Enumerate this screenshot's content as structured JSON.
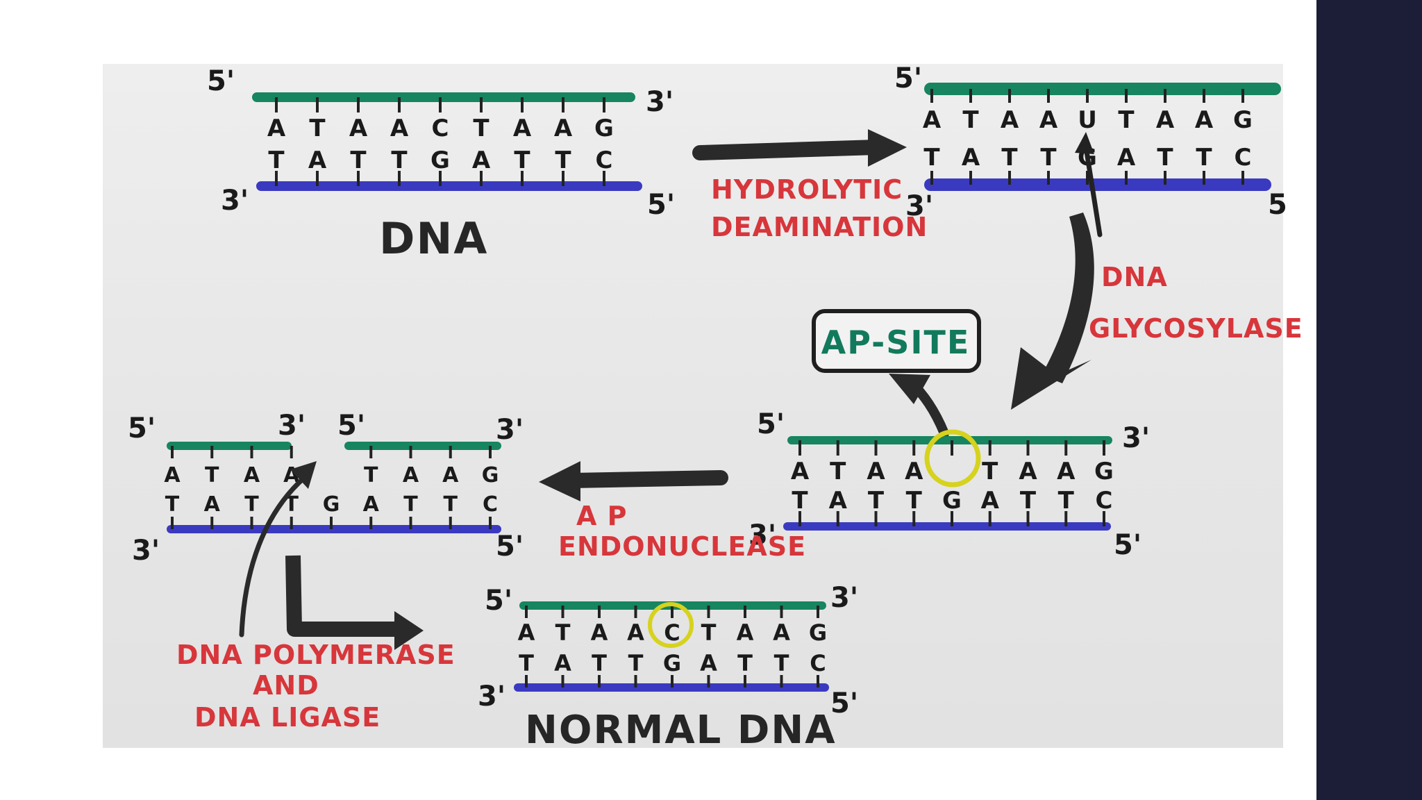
{
  "colors": {
    "top_strand": "#17855f",
    "bottom_strand": "#3a3ac0",
    "label_red": "#d7363b",
    "arrow": "#2a2a2a",
    "highlight": "#d6d21e",
    "side_panel": "#1b1e36"
  },
  "panels": {
    "dna": {
      "top_five": "5'",
      "top_three": "3'",
      "bottom_three": "3'",
      "bottom_five": "5'",
      "top": [
        "A",
        "T",
        "A",
        "A",
        "C",
        "T",
        "A",
        "A",
        "G"
      ],
      "bottom": [
        "T",
        "A",
        "T",
        "T",
        "G",
        "A",
        "T",
        "T",
        "C"
      ],
      "title": "DNA"
    },
    "deaminated": {
      "top_five": "5'",
      "bottom_three": "3'",
      "bottom_five": "5",
      "top": [
        "A",
        "T",
        "A",
        "A",
        "U",
        "T",
        "A",
        "A",
        "G"
      ],
      "bottom": [
        "T",
        "A",
        "T",
        "T",
        "G",
        "A",
        "T",
        "T",
        "C"
      ]
    },
    "ap_site": {
      "top_five": "5'",
      "top_three": "3'",
      "bottom_three": "3'",
      "bottom_five": "5'",
      "top": [
        "A",
        "T",
        "A",
        "A",
        "",
        "T",
        "A",
        "A",
        "G"
      ],
      "bottom": [
        "T",
        "A",
        "T",
        "T",
        "G",
        "A",
        "T",
        "T",
        "C"
      ]
    },
    "nicked": {
      "left_five": "5'",
      "left_three": "3'",
      "right_five": "5'",
      "right_three": "3'",
      "bottom_three": "3'",
      "bottom_five": "5'",
      "top": [
        "A",
        "T",
        "A",
        "A",
        "",
        "T",
        "A",
        "A",
        "G"
      ],
      "bottom": [
        "T",
        "A",
        "T",
        "T",
        "G",
        "A",
        "T",
        "T",
        "C"
      ]
    },
    "normal": {
      "top_five": "5'",
      "top_three": "3'",
      "bottom_three": "3'",
      "bottom_five": "5'",
      "top": [
        "A",
        "T",
        "A",
        "A",
        "C",
        "T",
        "A",
        "A",
        "G"
      ],
      "bottom": [
        "T",
        "A",
        "T",
        "T",
        "G",
        "A",
        "T",
        "T",
        "C"
      ],
      "title": "NORMAL DNA"
    }
  },
  "labels": {
    "hydrolytic_line1": "HYDROLYTIC",
    "hydrolytic_line2": "DEAMINATION",
    "glycosylase_line1": "DNA",
    "glycosylase_line2": "GLYCOSYLASE",
    "ap_site_box": "AP-SITE",
    "endonuclease_line1": "A P",
    "endonuclease_line2": "ENDONUCLEASE",
    "polymerase_line1": "DNA POLYMERASE",
    "polymerase_line2": "AND",
    "polymerase_line3": "DNA LIGASE"
  },
  "icons": {
    "arrow_deamination": "right-arrow-icon",
    "arrow_glycosylase": "curved-down-arrow-icon",
    "arrow_endonuclease": "left-arrow-icon",
    "arrow_repair": "bent-right-arrow-icon"
  }
}
